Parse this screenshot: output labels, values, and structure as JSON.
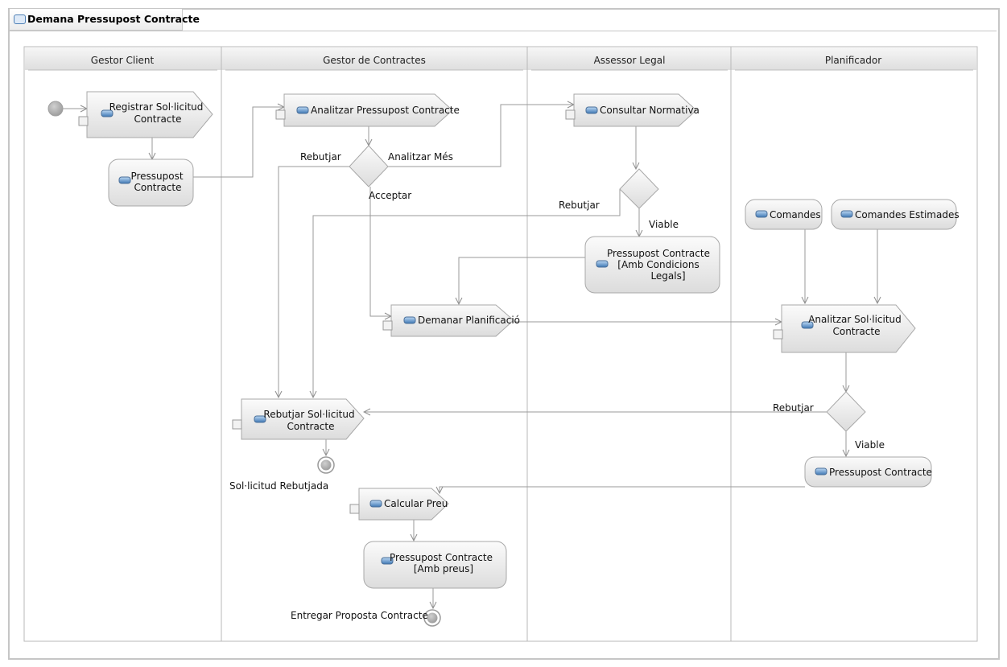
{
  "title": "Demana Pressupost Contracte",
  "lanes": [
    "Gestor Client",
    "Gestor de Contractes",
    "Assessor Legal",
    "Planificador"
  ],
  "actions": {
    "registrar": [
      "Registrar Sol·licitud",
      "Contracte"
    ],
    "analitzar_pressupost": [
      "Analitzar Pressupost Contracte"
    ],
    "consultar": [
      "Consultar Normativa"
    ],
    "demanar": [
      "Demanar Planificació"
    ],
    "analitzar_sol": [
      "Analitzar Sol·licitud",
      "Contracte"
    ],
    "rebutjar_sol": [
      "Rebutjar Sol·licitud",
      "Contracte"
    ],
    "calcular": [
      "Calcular Preu"
    ]
  },
  "objects": {
    "pressupost_client": [
      "Pressupost",
      "Contracte"
    ],
    "pressupost_legal": [
      "Pressupost Contracte",
      "[Amb Condicions",
      "Legals]"
    ],
    "comandes": [
      "Comandes"
    ],
    "comandes_estimades": [
      "Comandes Estimades"
    ],
    "pressupost_plan": [
      "Pressupost Contracte"
    ],
    "pressupost_preus": [
      "Pressupost Contracte",
      "[Amb preus]"
    ]
  },
  "edge_labels": {
    "rebutjar_1": "Rebutjar",
    "analitzar_mes": "Analitzar Més",
    "acceptar": "Acceptar",
    "rebutjar_2": "Rebutjar",
    "viable_1": "Viable",
    "rebutjar_3": "Rebutjar",
    "viable_2": "Viable"
  },
  "finals": {
    "rebutjada": "Sol·licitud Rebutjada",
    "entregar": "Entregar Proposta Contracte"
  }
}
